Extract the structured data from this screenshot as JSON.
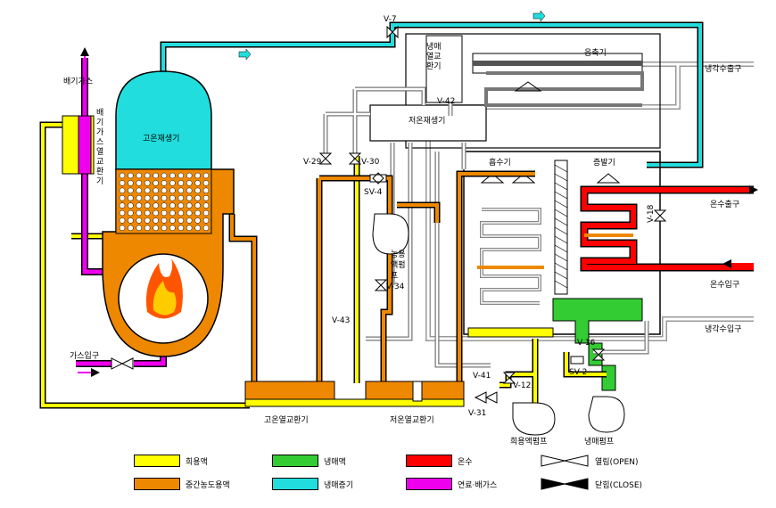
{
  "labels": {
    "exhaust_gas": "배기가스",
    "exhaust_hx": "배기가스열교환기",
    "hp_generator": "고온재생기",
    "gas_inlet": "가스입구",
    "refrig_hx": "냉매열교환기",
    "lp_generator": "저온재생기",
    "condenser": "응축기",
    "absorber": "흡수기",
    "evaporator": "증발기",
    "cooling_water_out": "냉각수출구",
    "cooling_water_in": "냉각수입구",
    "hot_water_out": "온수출구",
    "hot_water_in": "온수입구",
    "conc_pump": "농용액펌프",
    "ht_hx": "고온열교환기",
    "lt_hx": "저온열교환기",
    "dilute_pump": "희용액펌프",
    "refrig_pump": "냉매펌프"
  },
  "valves": {
    "v7": "V-7",
    "v42": "V-42",
    "v29": "V-29",
    "v30": "V-30",
    "sv4": "SV-4",
    "v34": "V-34",
    "v43": "V-43",
    "v18": "V-18",
    "v16": "V-16",
    "sv2": "SV-2",
    "v12": "V-12",
    "v41": "V-41",
    "v31": "V-31"
  },
  "legend": [
    {
      "label": "희용액",
      "color": "#ffff00"
    },
    {
      "label": "냉매액",
      "color": "#33cc33"
    },
    {
      "label": "온수",
      "color": "#ff0000"
    },
    {
      "label": "열림(OPEN)",
      "symbol": "valve-open"
    },
    {
      "label": "중간농도용액",
      "color": "#ee8800"
    },
    {
      "label": "냉매증기",
      "color": "#22dddd"
    },
    {
      "label": "연료·배가스",
      "color": "#ee00ee"
    },
    {
      "label": "닫힘(CLOSE)",
      "symbol": "valve-closed"
    }
  ],
  "colors": {
    "dilute": "#ffff00",
    "intermediate": "#ee8800",
    "refrig_liquid": "#33cc33",
    "refrig_vapor": "#22dddd",
    "hot_water": "#ff0000",
    "fuel": "#ee00ee"
  }
}
